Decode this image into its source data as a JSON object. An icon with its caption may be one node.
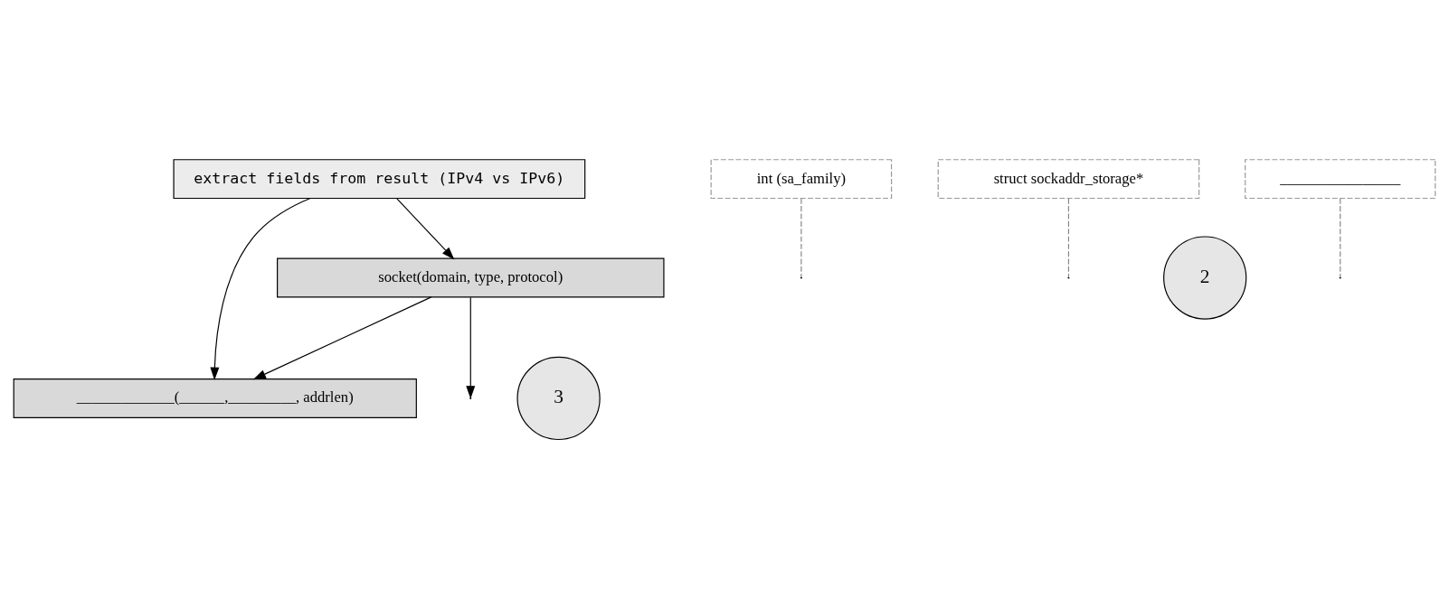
{
  "diagram": {
    "nodes": [
      {
        "text": [
          "extract fields from result (IPv4 vs IPv6)"
        ]
      },
      {
        "text": [
          "int (sa_family)"
        ]
      },
      {
        "text": [
          "struct sockaddr_storage*"
        ]
      },
      {
        "text": [
          "2"
        ]
      },
      {
        "text": [
          "socket(domain, type, protocol)"
        ]
      },
      {
        "text": [
          "________________"
        ]
      },
      {
        "text": [
          "3"
        ]
      },
      {
        "text": [
          "_____________(______,_________, addrlen)"
        ]
      }
    ],
    "edges": [
      {
        "from": 0,
        "to": 4,
        "arrow": "to"
      },
      {
        "from": 0,
        "to": 7,
        "arrow": "to"
      },
      {
        "from": 4,
        "to": 7,
        "arrow": "to"
      },
      {
        "from": 4,
        "to": null,
        "arrow": "to"
      },
      {
        "from": 1,
        "to": null,
        "arrow": "none",
        "style": "dashed",
        "color": "#888888"
      },
      {
        "from": 2,
        "to": null,
        "arrow": "none",
        "style": "dashed",
        "color": "#888888"
      },
      {
        "from": 5,
        "to": null,
        "arrow": "none",
        "style": "dashed",
        "color": "#888888"
      }
    ]
  }
}
